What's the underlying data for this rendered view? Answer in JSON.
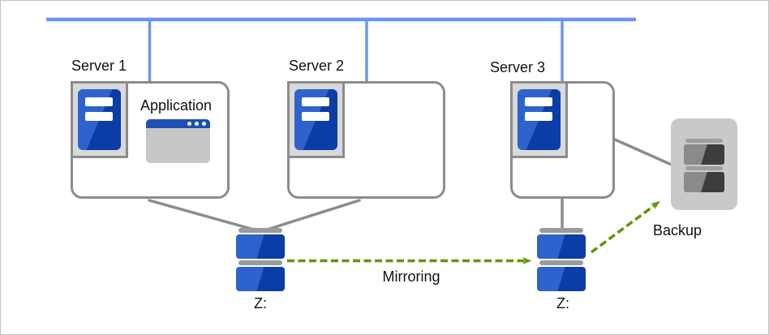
{
  "colors": {
    "network_blue": "#6c95f2",
    "connector_gray": "#8c8c8c",
    "mirroring_green": "#5f9708",
    "disk_blue_light": "#2e63cd",
    "disk_blue_dark": "#0b3da6",
    "icon_frame_gray": "#d9d9d9",
    "app_titlebar_blue": "#1d4eb4",
    "app_body_gray": "#c7c7c7",
    "backup_box_gray": "#c9c9c9",
    "backup_cap_gray": "#9e9e9e",
    "backup_disk_light": "#8a8a8a",
    "backup_disk_dark": "#3d3d3d",
    "disk_cap_gray": "#9a9a9a",
    "canvas_border_gray": "#c3c3c3",
    "label_text": "#111111"
  },
  "diagram": {
    "servers": [
      {
        "label": "Server 1",
        "application": {
          "label": "Application"
        }
      },
      {
        "label": "Server 2"
      },
      {
        "label": "Server 3"
      }
    ],
    "volumes": [
      {
        "label": "Z:"
      },
      {
        "label": "Z:"
      }
    ],
    "backup": {
      "label": "Backup"
    },
    "links": {
      "mirroring_label": "Mirroring"
    }
  }
}
